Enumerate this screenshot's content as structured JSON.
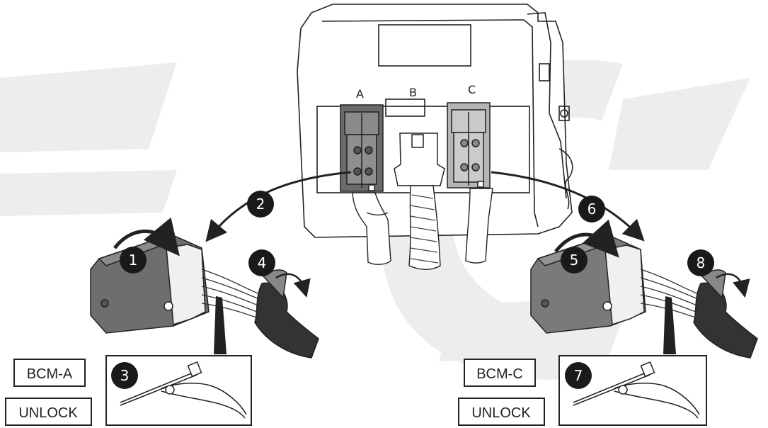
{
  "connectors": {
    "a": "A",
    "b": "B",
    "c": "C"
  },
  "steps": [
    "1",
    "2",
    "3",
    "4",
    "5",
    "6",
    "7",
    "8"
  ],
  "labels": {
    "left_module": "BCM-A",
    "left_action": "UNLOCK",
    "right_module": "BCM-C",
    "right_action": "UNLOCK"
  },
  "colors": {
    "watermark": "#ededed",
    "connector_dark": "#6b6b6b",
    "connector_light": "#b5b5b5",
    "step_badge": "#1a1a1a",
    "line": "#222222"
  }
}
